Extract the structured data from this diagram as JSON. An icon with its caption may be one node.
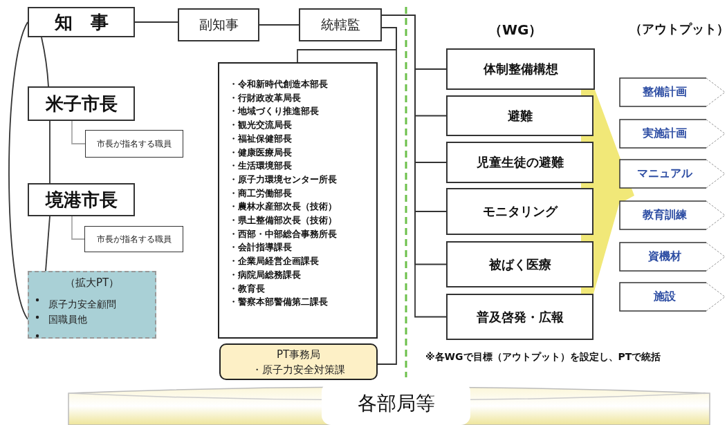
{
  "diagram": {
    "nodes": [
      {
        "text": [
          "知　事"
        ]
      },
      {
        "text": [
          "副知事"
        ]
      },
      {
        "text": [
          "統轄監"
        ]
      },
      {
        "text": [
          "米子市長"
        ]
      },
      {
        "text": [
          "市長が指名する職員"
        ]
      },
      {
        "text": [
          "境港市長"
        ]
      },
      {
        "text": [
          "市長が指名する職員"
        ]
      },
      {
        "text": [
          "（拡大PT）",
          "原子力安全顧問",
          "国職員他"
        ]
      },
      {
        "text": [
          "・令和新時代創造本部長",
          "・行財政改革局長",
          "・地域づくり推進部長",
          "・観光交流局長",
          "・福祉保健部長",
          "・健康医療局長",
          "・生活環境部長",
          "・原子力環境センター所長",
          "・商工労働部長",
          "・農林水産部次長（技術）",
          "・県土整備部次長（技術）",
          "・西部・中部総合事務所長",
          "・会計指導課長",
          "・企業局経営企画課長",
          "・病院局総務課長",
          "・教育長",
          "・警察本部警備第二課長"
        ]
      },
      {
        "text": [
          "PT事務局",
          "・原子力安全対策課"
        ]
      },
      {
        "text": [
          "体制整備構想"
        ]
      },
      {
        "text": [
          "避難"
        ]
      },
      {
        "text": [
          "児童生徒の避難"
        ]
      },
      {
        "text": [
          "モニタリング"
        ]
      },
      {
        "text": [
          "被ばく医療"
        ]
      },
      {
        "text": [
          "普及啓発・広報"
        ]
      },
      {
        "text": [
          "整備計画"
        ]
      },
      {
        "text": [
          "実施計画"
        ]
      },
      {
        "text": [
          "マニュアル"
        ]
      },
      {
        "text": [
          "教育訓練"
        ]
      },
      {
        "text": [
          "資機材"
        ]
      },
      {
        "text": [
          "施設"
        ]
      },
      {
        "text": [
          "各部局等"
        ]
      },
      {
        "text": [],
        "shape": "funnel"
      }
    ],
    "edges": [
      {
        "from": 0,
        "to": 1,
        "arrow": "none"
      },
      {
        "from": 1,
        "to": 2,
        "arrow": "none"
      },
      {
        "from": 0,
        "to": 3,
        "arrow": "none"
      },
      {
        "from": 3,
        "to": 5,
        "arrow": "none"
      },
      {
        "from": 5,
        "to": 7,
        "arrow": "none"
      },
      {
        "from": 0,
        "to": 7,
        "arrow": "none"
      },
      {
        "from": 3,
        "to": 4,
        "arrow": "none",
        "color": "#aaaaaa"
      },
      {
        "from": 5,
        "to": 6,
        "arrow": "none",
        "color": "#aaaaaa"
      },
      {
        "from": 2,
        "to": 8,
        "arrow": "none"
      },
      {
        "from": 2,
        "to": 9,
        "arrow": "none"
      },
      {
        "from": 2,
        "to": 10,
        "arrow": "none"
      },
      {
        "from": 2,
        "to": 11,
        "arrow": "none"
      },
      {
        "from": 2,
        "to": 12,
        "arrow": "none"
      },
      {
        "from": 2,
        "to": 13,
        "arrow": "none"
      },
      {
        "from": 2,
        "to": 14,
        "arrow": "none"
      },
      {
        "from": 2,
        "to": 15,
        "arrow": "none"
      }
    ],
    "labels": [
      "（WG）",
      "（アウトプット）",
      "※各WGで目標（アウトプット）を設定し、PTで統括"
    ]
  }
}
